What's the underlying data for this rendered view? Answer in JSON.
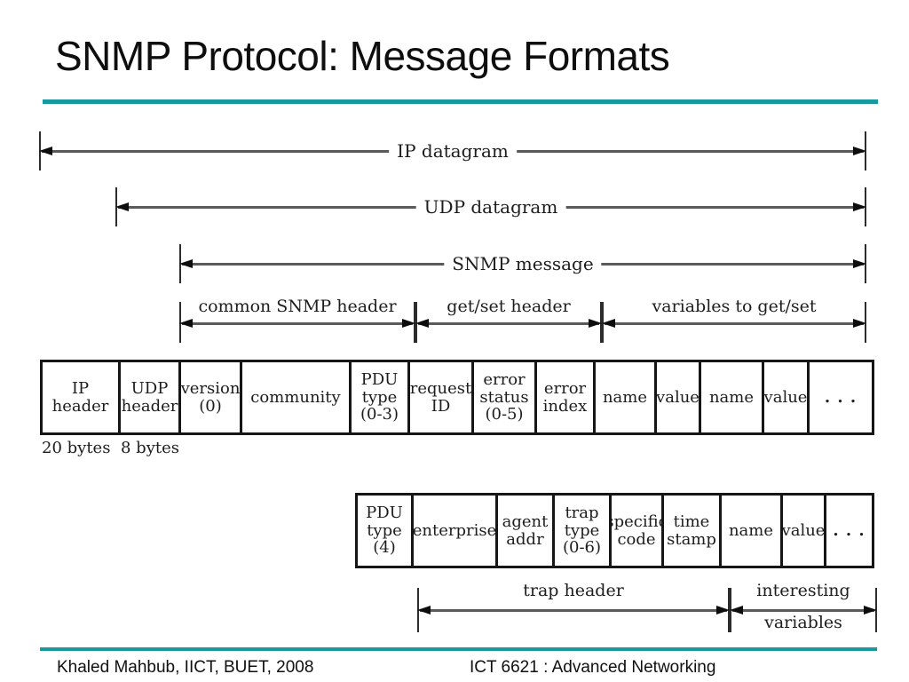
{
  "slide": {
    "title": "SNMP Protocol: Message Formats",
    "accent_color": "#169aa0",
    "footer_left": "Khaled Mahbub, IICT, BUET, 2008",
    "footer_right": "ICT 6621 : Advanced Networking"
  },
  "diagram": {
    "span_arrows": [
      {
        "name": "ip-datagram",
        "label": "IP datagram"
      },
      {
        "name": "udp-datagram",
        "label": "UDP datagram"
      },
      {
        "name": "snmp-message",
        "label": "SNMP message"
      }
    ],
    "section_arrows": [
      {
        "name": "common-snmp-header",
        "label": "common SNMP header"
      },
      {
        "name": "get-set-header",
        "label": "get/set header"
      },
      {
        "name": "variables-to-get-set",
        "label": "variables to get/set"
      }
    ],
    "message_table": {
      "cells": [
        "IP\nheader",
        "UDP\nheader",
        "version\n(0)",
        "community",
        "PDU\ntype\n(0-3)",
        "request\nID",
        "error\nstatus\n(0-5)",
        "error\nindex",
        "name",
        "value",
        "name",
        "value",
        ". . ."
      ],
      "byte_labels": {
        "ip": "20 bytes",
        "udp": "8 bytes"
      }
    },
    "trap_table": {
      "cells": [
        "PDU\ntype\n(4)",
        "enterprise",
        "agent\naddr",
        "trap\ntype\n(0-6)",
        "specific\ncode",
        "time\nstamp",
        "name",
        "value",
        ". . ."
      ]
    },
    "trap_arrows": {
      "trap_header": {
        "label": "trap header"
      },
      "interesting_variables": {
        "label_top": "interesting",
        "label_bottom": "variables"
      }
    }
  }
}
